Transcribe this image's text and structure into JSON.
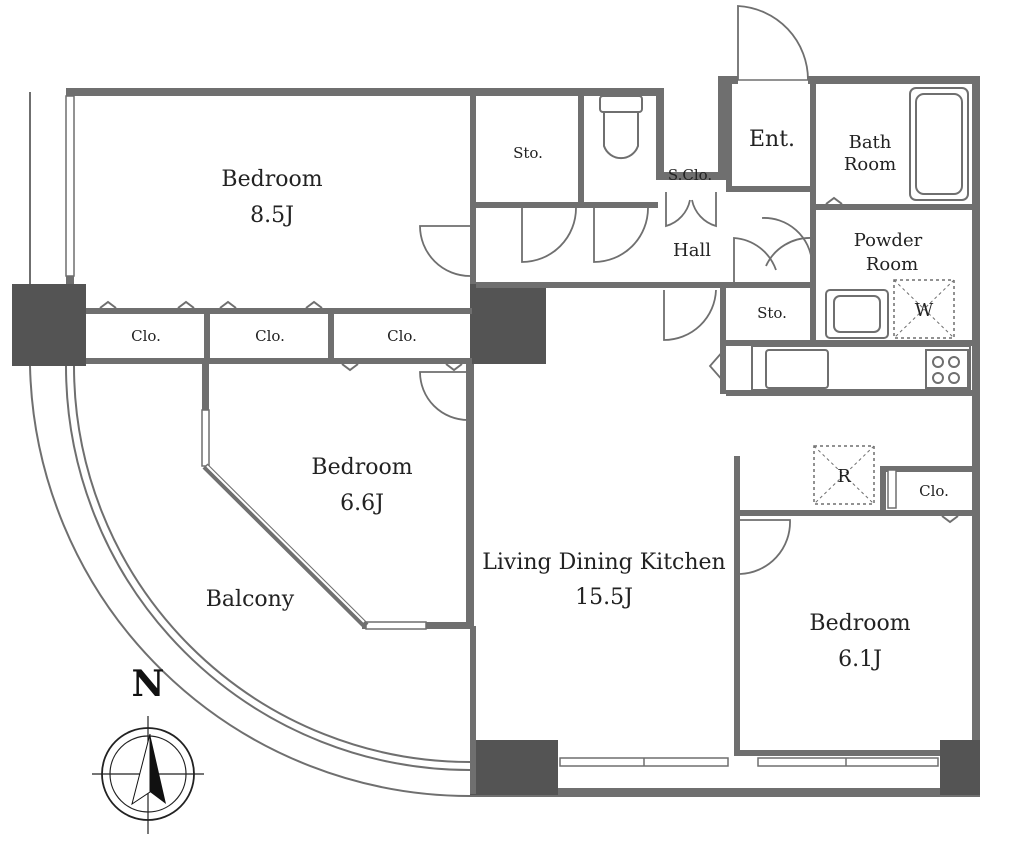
{
  "floorplan": {
    "rooms": {
      "bedroom_nw": {
        "name": "Bedroom",
        "size": "8.5J"
      },
      "bedroom_mid": {
        "name": "Bedroom",
        "size": "6.6J"
      },
      "bedroom_se": {
        "name": "Bedroom",
        "size": "6.1J"
      },
      "ldk": {
        "name": "Living Dining Kitchen",
        "size": "15.5J"
      },
      "balcony": {
        "name": "Balcony"
      },
      "storage_top": {
        "name": "Sto."
      },
      "storage_mid": {
        "name": "Sto."
      },
      "shoe_closet": {
        "name": "S.Clo."
      },
      "entrance": {
        "name": "Ent."
      },
      "bath_line1": "Bath",
      "bath_line2": "Room",
      "powder_line1": "Powder",
      "powder_line2": "Room",
      "hall": {
        "name": "Hall"
      },
      "closet_1": {
        "name": "Clo."
      },
      "closet_2": {
        "name": "Clo."
      },
      "closet_3": {
        "name": "Clo."
      },
      "closet_se": {
        "name": "Clo."
      }
    },
    "fixtures": {
      "washer": "W",
      "fridge": "R"
    },
    "compass": {
      "north": "N"
    },
    "colors": {
      "wall": "#6f6f6f",
      "pillar": "#545454",
      "text": "#222222",
      "background": "#ffffff"
    }
  }
}
